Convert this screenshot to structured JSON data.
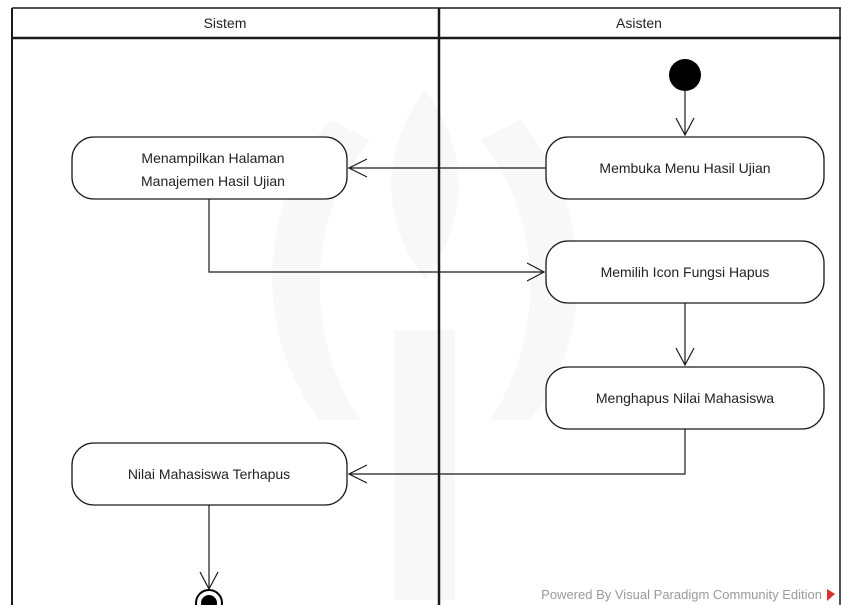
{
  "lanes": {
    "left_title": "Sistem",
    "right_title": "Asisten"
  },
  "activities": {
    "show_page_line1": "Menampilkan Halaman",
    "show_page_line2": "Manajemen Hasil Ujian",
    "open_menu": "Membuka Menu Hasil Ujian",
    "choose_delete": "Memilih Icon Fungsi Hapus",
    "delete_grade": "Menghapus Nilai Mahasiswa",
    "grade_deleted": "Nilai Mahasiswa Terhapus"
  },
  "footer": {
    "powered_by": "Powered By  Visual Paradigm Community Edition"
  },
  "colors": {
    "line": "#1a1a1a",
    "watermark": "#f0f0f0",
    "footer_logo": "#d9342b"
  }
}
